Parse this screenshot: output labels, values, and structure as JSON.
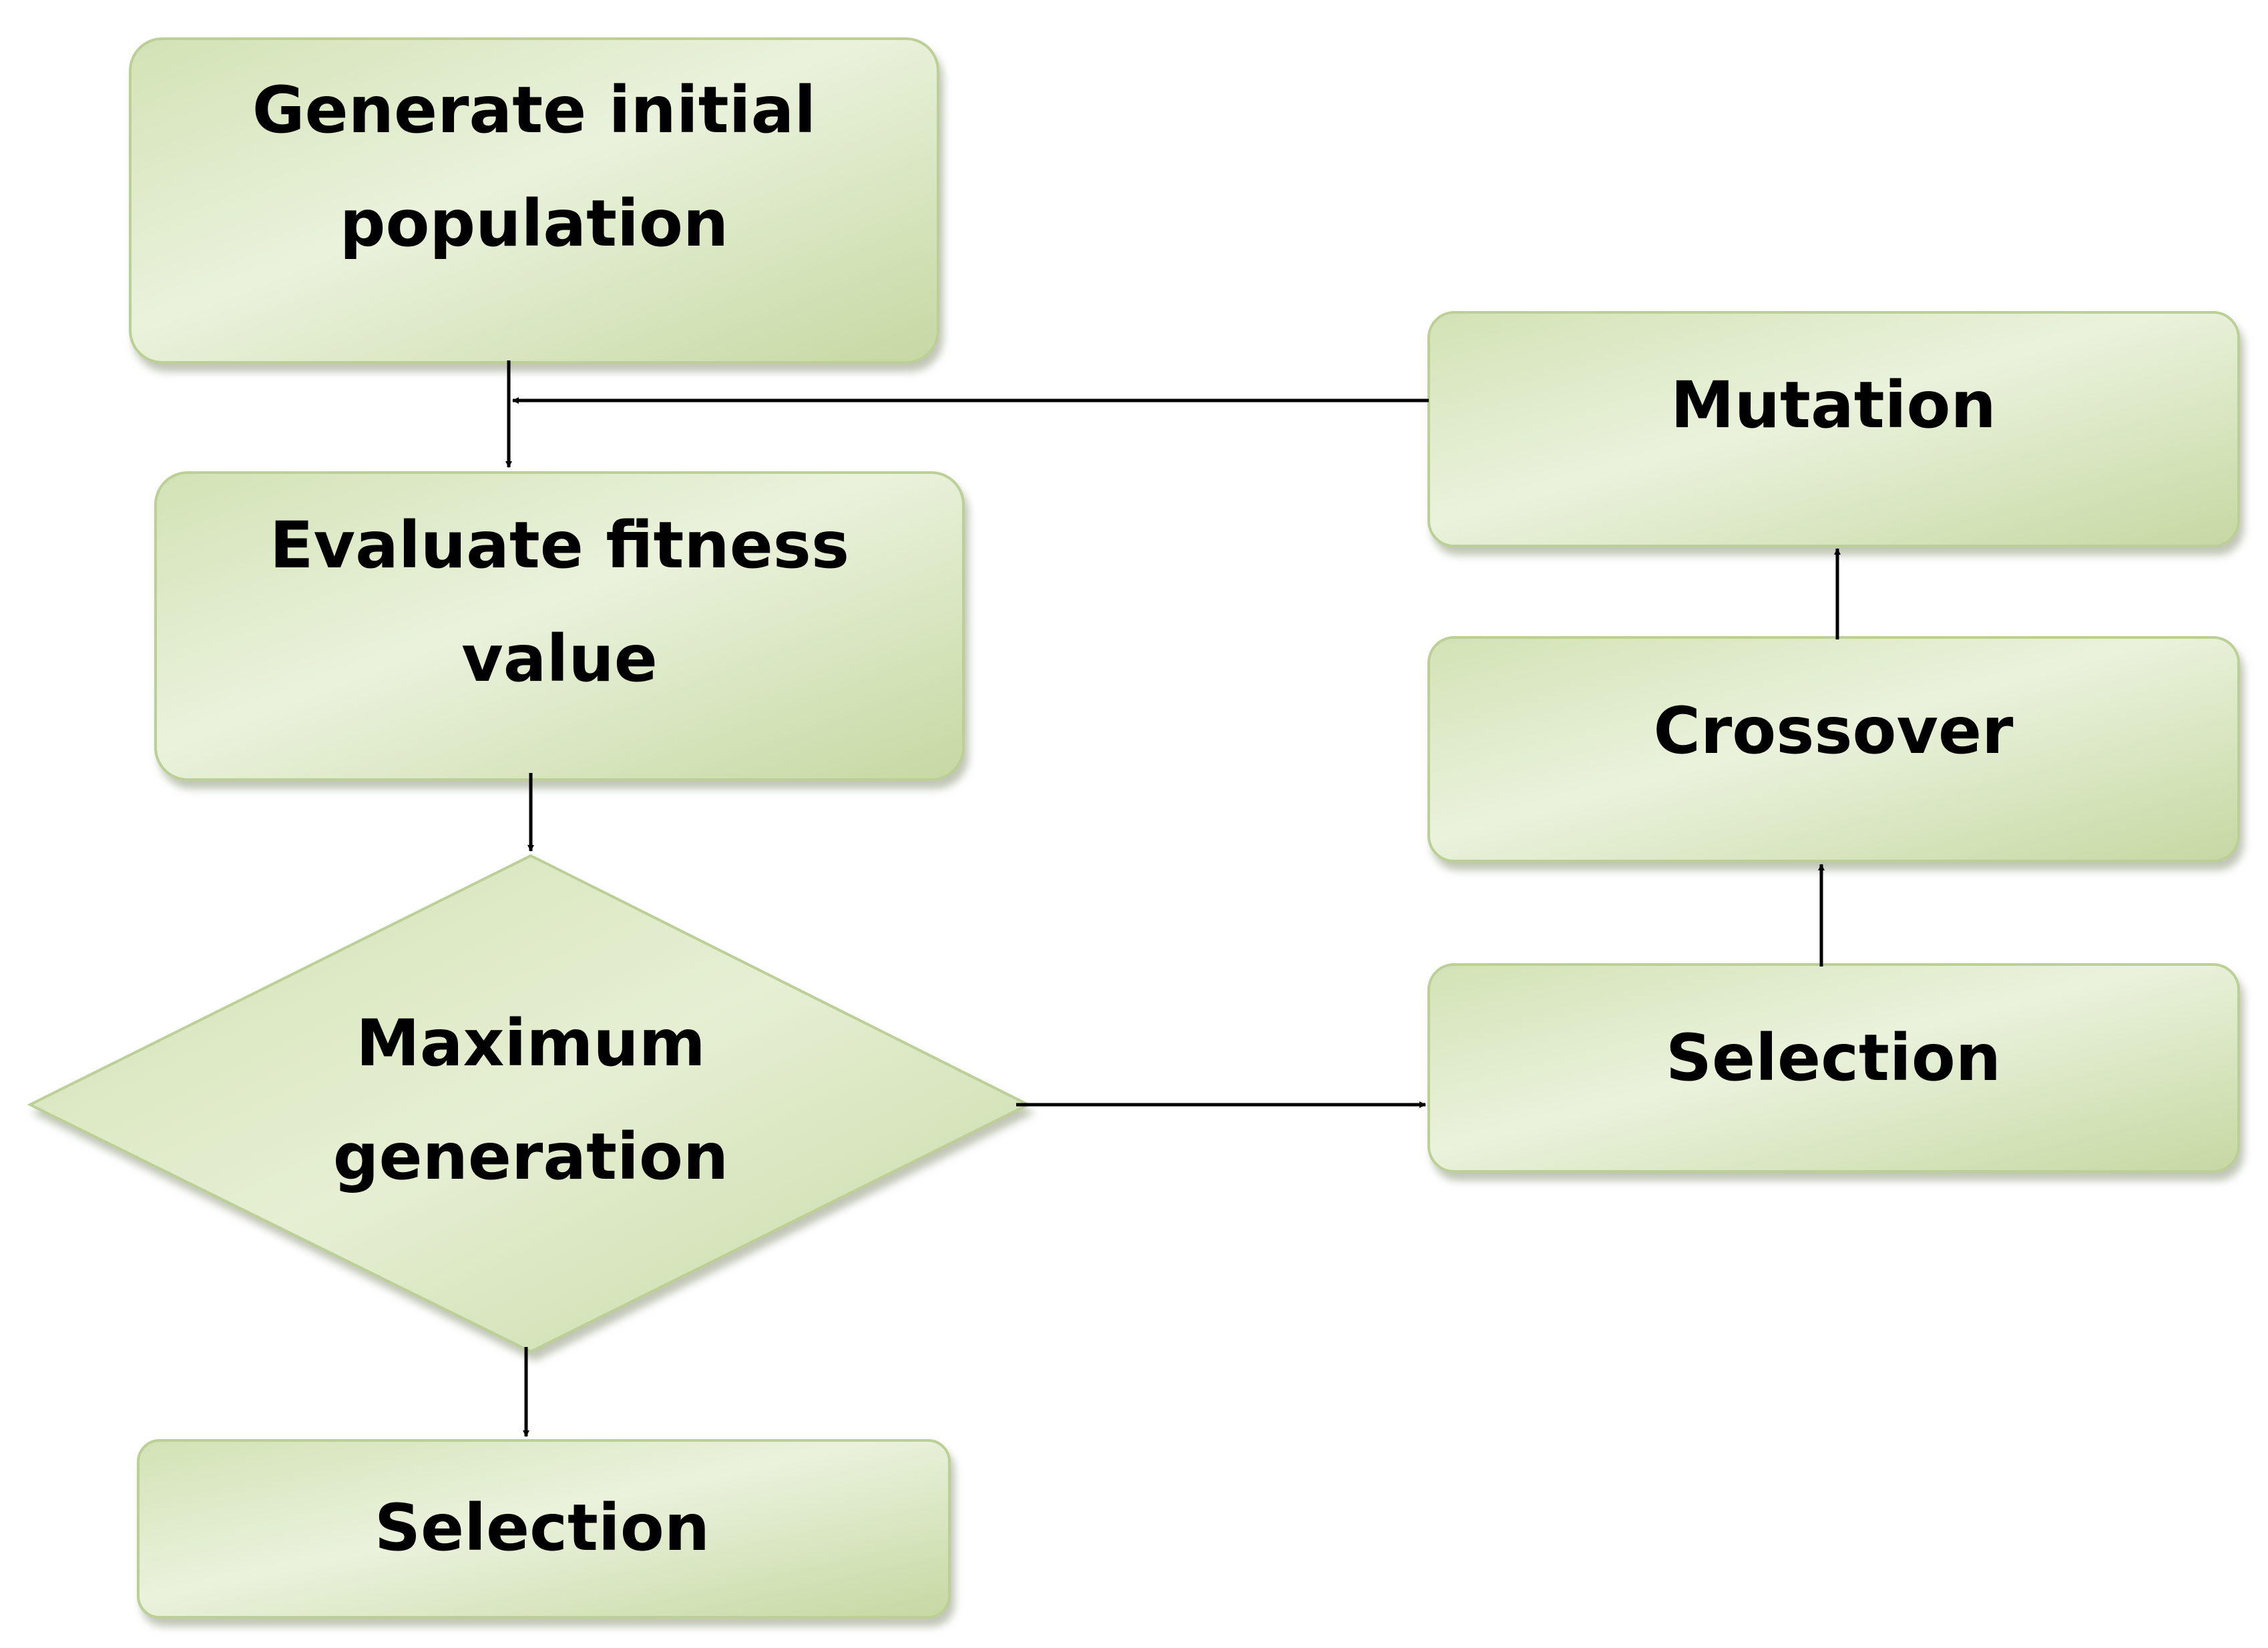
{
  "nodes": {
    "generate": {
      "line1": "Generate initial",
      "line2": "population"
    },
    "evaluate": {
      "line1": "Evaluate fitness",
      "line2": "value"
    },
    "decision": {
      "line1": "Maximum",
      "line2": "generation"
    },
    "selection_out": {
      "label": "Selection"
    },
    "selection": {
      "label": "Selection"
    },
    "crossover": {
      "label": "Crossover"
    },
    "mutation": {
      "label": "Mutation"
    }
  },
  "colors": {
    "box_light": "#eef4e2",
    "box_mid": "#d9e6bf",
    "box_dark": "#c4d6a0",
    "box_edge": "#b5c98c",
    "shadow": "#9aa386",
    "arrow": "#000000"
  }
}
